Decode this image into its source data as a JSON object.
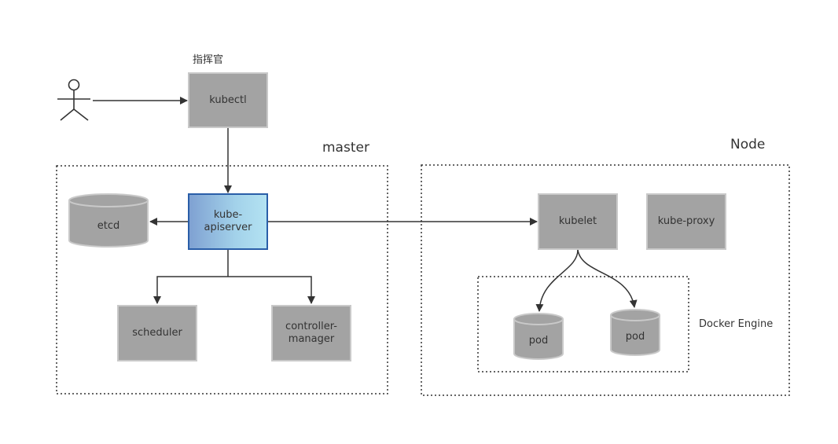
{
  "labels": {
    "commander": "指挥官",
    "master": "master",
    "node": "Node",
    "docker_engine": "Docker Engine"
  },
  "components": {
    "kubectl": "kubectl",
    "kube_apiserver_line1": "kube-",
    "kube_apiserver_line2": "apiserver",
    "etcd": "etcd",
    "scheduler": "scheduler",
    "controller_manager_line1": "controller-",
    "controller_manager_line2": "manager",
    "kubelet": "kubelet",
    "kube_proxy": "kube-proxy",
    "pod_1": "pod",
    "pod_2": "pod"
  },
  "colors": {
    "component_fill": "#a3a3a3",
    "component_border": "#c9c9c9",
    "apiserver_border": "#2a5ea8",
    "arrow": "#333333"
  }
}
